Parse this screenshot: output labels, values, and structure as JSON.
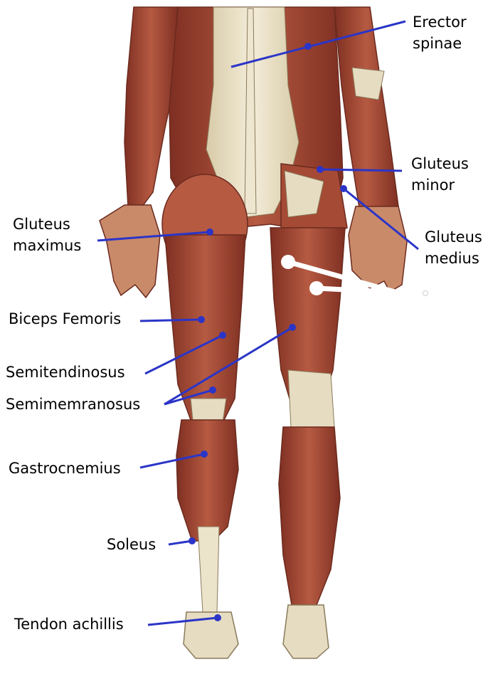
{
  "labels": {
    "erector_spinae": [
      "Erector",
      "spinae"
    ],
    "gluteus_minor": [
      "Gluteus",
      "minor"
    ],
    "gluteus_maximus": [
      "Gluteus",
      "maximus"
    ],
    "gluteus_medius": [
      "Gluteus",
      "medius"
    ],
    "biceps_femoris": "Biceps Femoris",
    "semitendinosus": "Semitendinosus",
    "semimembranosus": "Semimemranosus",
    "gastrocnemius": "Gastrocnemius",
    "soleus": "Soleus",
    "tendon_achillis": "Tendon achillis"
  },
  "colors": {
    "leader_line": "#2b35c7",
    "muscle": "#a54a35",
    "muscle_dark": "#7e2f22",
    "tendon": "#e6dcc2",
    "bone": "#efe6cf"
  }
}
